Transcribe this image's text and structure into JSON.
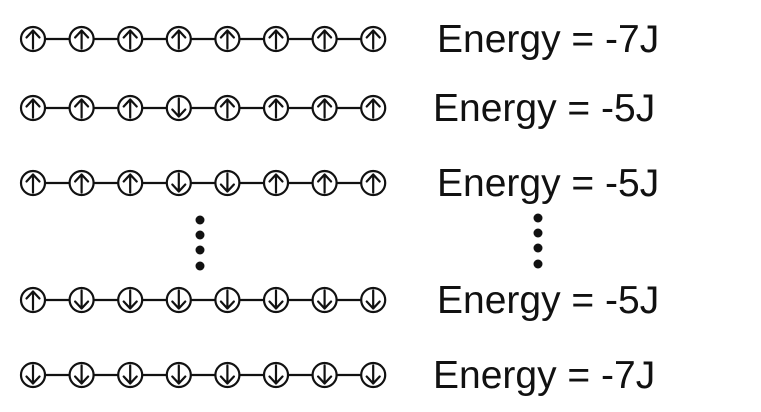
{
  "chain_rows": [
    {
      "spins": [
        "up",
        "up",
        "up",
        "up",
        "up",
        "up",
        "up",
        "up"
      ],
      "energy_label": "Energy = -7J"
    },
    {
      "spins": [
        "up",
        "up",
        "up",
        "down",
        "up",
        "up",
        "up",
        "up"
      ],
      "energy_label": "Energy = -5J"
    },
    {
      "spins": [
        "up",
        "up",
        "up",
        "down",
        "down",
        "up",
        "up",
        "up"
      ],
      "energy_label": "Energy = -5J"
    },
    {
      "spins": [
        "up",
        "down",
        "down",
        "down",
        "down",
        "down",
        "down",
        "down"
      ],
      "energy_label": "Energy = -5J"
    },
    {
      "spins": [
        "down",
        "down",
        "down",
        "down",
        "down",
        "down",
        "down",
        "down"
      ],
      "energy_label": "Energy = -7J"
    }
  ],
  "colors": {
    "stroke": "#111111",
    "background": "#ffffff"
  },
  "icons": {
    "spin_up": "circle-up-arrow-icon",
    "spin_down": "circle-down-arrow-icon",
    "ellipsis": "vertical-ellipsis-icon"
  }
}
